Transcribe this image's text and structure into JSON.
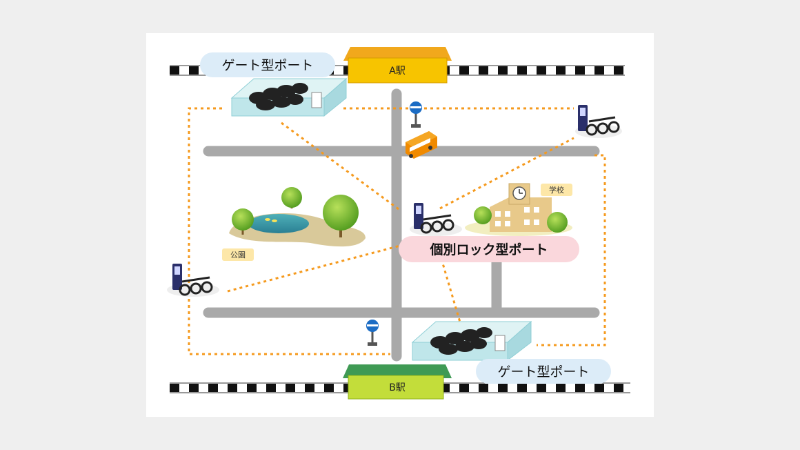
{
  "stations": {
    "a": "A駅",
    "b": "B駅"
  },
  "ports": {
    "gate_top": "ゲート型ポート",
    "gate_bottom": "ゲート型ポート",
    "individual_lock": "個別ロック型ポート"
  },
  "places": {
    "park": "公園",
    "school": "学校"
  },
  "colors": {
    "background": "#efefef",
    "canvas": "#ffffff",
    "road": "#a9a9a9",
    "route": "#f59a1e",
    "station_a": "#f7c400",
    "station_b": "#c3dd3a",
    "label_blue": "#dcecf8",
    "label_pink": "#fad7dc",
    "place_tag": "#fde7a8"
  }
}
